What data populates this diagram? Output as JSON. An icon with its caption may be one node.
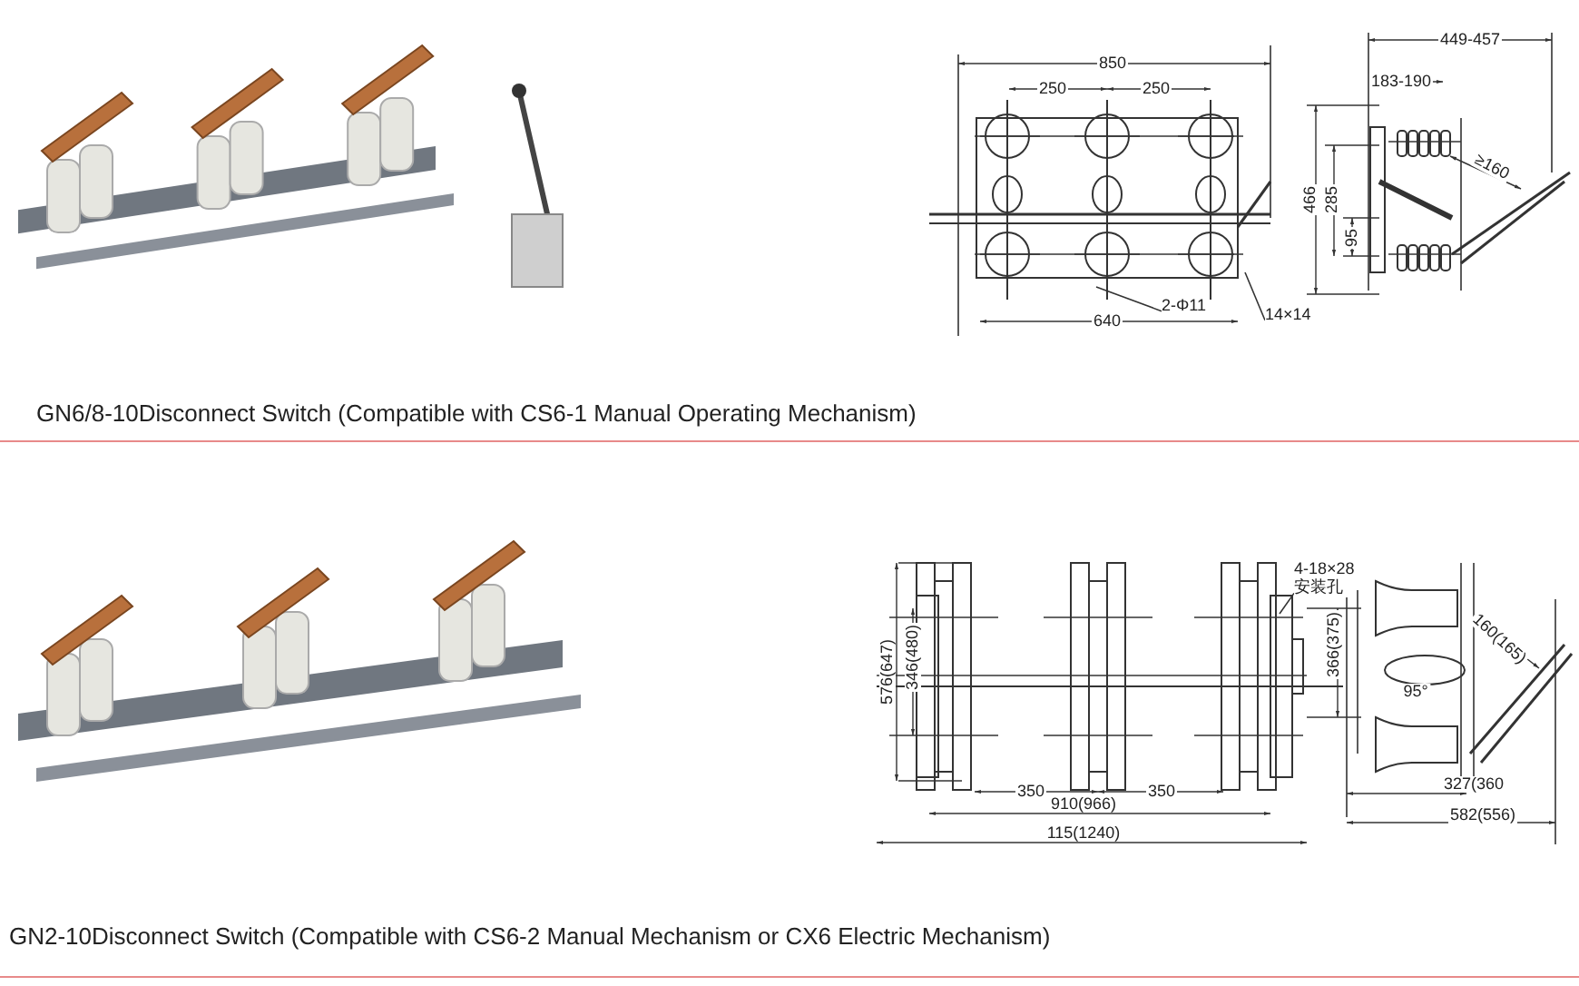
{
  "diagram": {
    "nodes": [
      {
        "text": [
          "2-Φ11"
        ]
      },
      {
        "text": [
          "14×14"
        ]
      },
      {
        "text": [
          "4-18×28",
          "安装孔"
        ]
      }
    ],
    "edges": [
      {
        "from": 0,
        "to": null,
        "arrow": "none"
      },
      {
        "from": 1,
        "to": null,
        "arrow": "none"
      },
      {
        "from": 2,
        "to": null,
        "arrow": "none"
      }
    ],
    "labels": [
      "850",
      "250",
      "250",
      "640",
      "449-457",
      "183-190",
      "466",
      "285",
      "95",
      "≥160",
      "GN6/8-10Disconnect Switch (Compatible with CS6-1 Manual Operating Mechanism)",
      "576(647)",
      "346(480)",
      "366(375)",
      "95°",
      "160(165)",
      "350",
      "350",
      "910(966)",
      "115(1240)",
      "327(360",
      "582(556)",
      "GN2-10Disconnect Switch (Compatible with CS6-2 Manual Mechanism or CX6 Electric Mechanism)"
    ]
  }
}
